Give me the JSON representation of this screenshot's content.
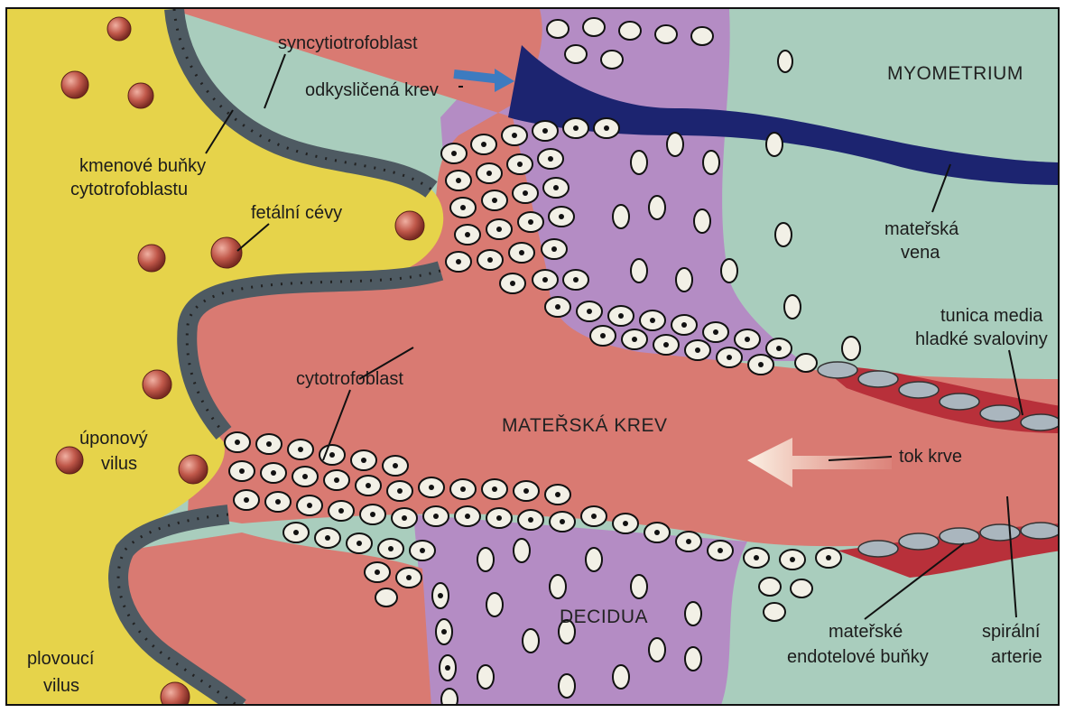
{
  "labels": {
    "syncytiotrofoblast": "syncytiotrofoblast",
    "odkyslicena_krev": "odkysličená krev",
    "myometrium": "MYOMETRIUM",
    "kmenove_bunky_1": "kmenové buňky",
    "kmenove_bunky_2": "cytotrofoblastu",
    "fetalni_cevy": "fetální cévy",
    "materska_vena_1": "mateřská",
    "materska_vena_2": "vena",
    "tunica_media_1": "tunica media",
    "tunica_media_2": "hladké svaloviny",
    "cytotrofoblast": "cytotrofoblast",
    "materska_krev": "MATEŘSKÁ KREV",
    "uponovy_1": "úponový",
    "uponovy_2": "vilus",
    "tok_krve": "tok krve",
    "decidua": "DECIDUA",
    "plovouci_1": "plovoucí",
    "plovouci_2": "vilus",
    "endotel_1": "mateřské",
    "endotel_2": "endotelové buňky",
    "spiralni_1": "spirální",
    "spiralni_2": "arterie"
  },
  "colors": {
    "villus_yellow": "#e6d34a",
    "maternal_blood": "#d97a72",
    "decidua_purple": "#b48cc4",
    "myometrium_teal": "#a9cdbd",
    "maternal_vein": "#1c2470",
    "spiral_artery_wall": "#b8303a",
    "syncytio_dark": "#4e5a62",
    "cell_fill": "#f2f0e6",
    "fetal_vessel": "#c0584a"
  }
}
